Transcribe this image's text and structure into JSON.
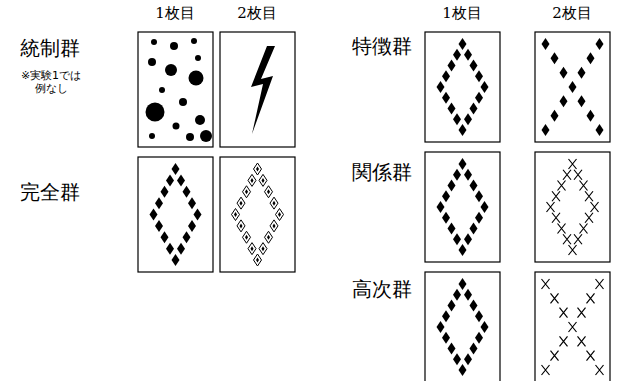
{
  "diagram": {
    "labels": [
      "1枚目",
      "2枚目",
      "1枚目",
      "2枚目",
      "統制群",
      "※実験1では 例なし",
      "完全群",
      "特徴群",
      "関係群",
      "高次群"
    ]
  }
}
